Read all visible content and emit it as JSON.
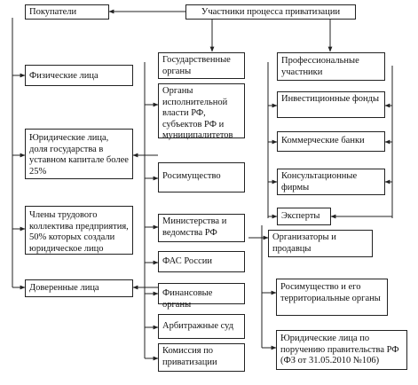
{
  "diagram": {
    "root": "Участники процесса приватизации",
    "buyers": {
      "title": "Покупатели",
      "items": [
        "Физические лица",
        "Юридические лица, доля государства в уставном капитале более 25%",
        "Члены трудового коллектива предприятия, 50% которых создали юридическое лицо",
        "Доверенные лица"
      ]
    },
    "state": {
      "title": "Государственные органы",
      "items": [
        "Органы исполнительной власти РФ, субъектов РФ и муниципалитетов",
        "Росимущество",
        "Министерства и ведомства РФ",
        "ФАС России",
        "Финансовые органы",
        "Арбитражные суд",
        "Комиссия по приватизации"
      ]
    },
    "professional": {
      "title": "Профессиональные участники",
      "items": [
        "Инвестиционные фонды",
        "Коммерческие банки",
        "Консультационные фирмы",
        "Эксперты"
      ]
    },
    "organizers": {
      "title": "Организаторы и продавцы",
      "items": [
        "Росимущество и его территориальные органы",
        "Юридические лица по поручению правительства РФ (ФЗ от 31.05.2010 №106)"
      ]
    }
  }
}
